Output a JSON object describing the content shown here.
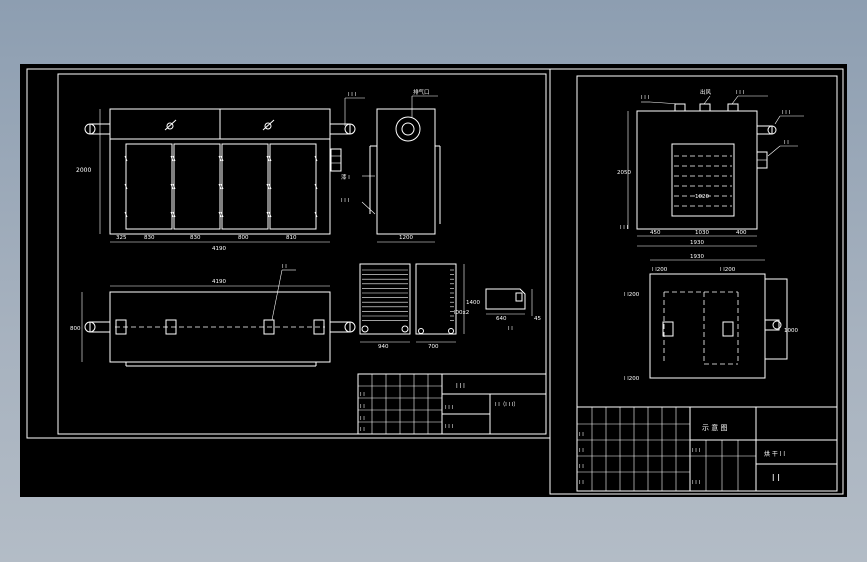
{
  "colors": {
    "background": "#000000",
    "lines": "#ffffff",
    "window_bg": "#a7b2bf"
  },
  "left_sheet": {
    "front_view": {
      "callout_top": "l l l",
      "height_dim": "2000",
      "seg_dims": [
        "325",
        "830",
        "830",
        "800",
        "810"
      ],
      "total_dim": "4190"
    },
    "side_view": {
      "label_top": "排气口",
      "label_mid": "漆 l",
      "label_low": "l l l",
      "width_dim": "1200"
    },
    "top_view": {
      "width_dim": "4190",
      "callout": "l l",
      "height_dim": "800"
    },
    "details": {
      "rack_width": "940",
      "rack2_width": "700",
      "rack2_height": "1400",
      "rack2_note": "l00x2",
      "part_dim": "640",
      "part_dim2": "45",
      "part_label": "l l"
    },
    "title_block": {
      "title": "l l l",
      "scale_note": "l l（l l l）",
      "rows": [
        "l l",
        "l l",
        "l l",
        "l l"
      ],
      "sub": [
        "l l l",
        "l l l"
      ]
    }
  },
  "right_sheet": {
    "front_view": {
      "label_a": "l l l",
      "label_b": "出风",
      "label_c": "l l l",
      "label_d": "l l l",
      "label_e": "l l",
      "height_dim": "2050",
      "inner_dim": "1020",
      "left_dim": "450",
      "mid_dim": "1030",
      "right_dim": "400",
      "total_dim": "1930",
      "side_text": "l l l"
    },
    "plan_view": {
      "top_dim": "1930",
      "sub_left": "l l200",
      "sub_right": "l l200",
      "left_a": "l l200",
      "left_b": "l l200",
      "right_dim": "1000"
    },
    "title_block": {
      "title": "示 意 图",
      "name": "烘 干 l l",
      "footer": "l l",
      "rows": [
        "l l",
        "l l",
        "l l",
        "l l"
      ],
      "sub": [
        "l l l",
        "l l l"
      ]
    }
  }
}
